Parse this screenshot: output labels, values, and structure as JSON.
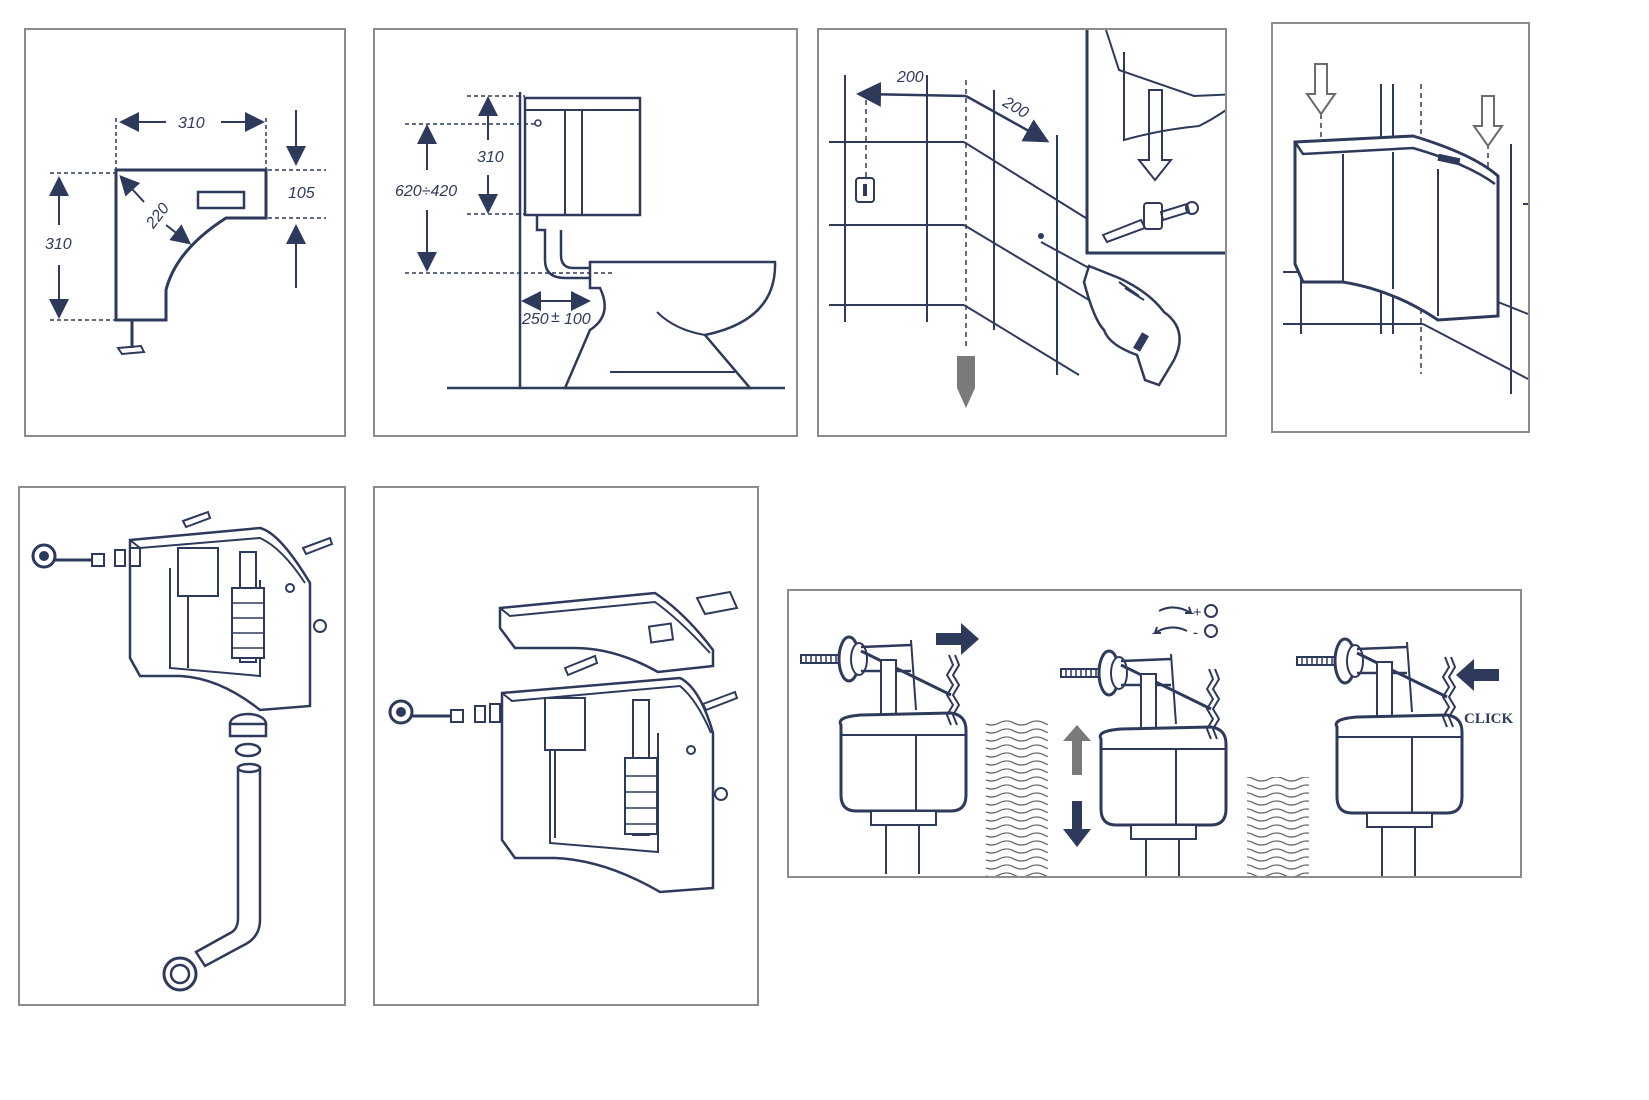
{
  "panels": {
    "p1": {
      "width_label": "310",
      "height_label": "310",
      "diagonal_label": "220",
      "depth_label": "105"
    },
    "p2": {
      "height_range_label": "620÷420",
      "tank_height_label": "310",
      "offset_label": "250",
      "offset_pm": "±",
      "offset_tol": "100"
    },
    "p3": {
      "left_label": "200",
      "right_label": "200"
    },
    "p7": {
      "click_label": "CLICK",
      "plus_sign": "+",
      "minus_sign": "-"
    }
  },
  "colors": {
    "ink": "#2e3a5c",
    "frame": "#8c8c8c",
    "arrow_grey": "#7a7a7a"
  },
  "icons": [
    "dimension-arrow",
    "drill-icon",
    "screw-icon",
    "wall-plug-icon",
    "down-arrow-icon",
    "up-arrow-icon",
    "right-arrow-icon",
    "left-arrow-icon",
    "rotate-cw-icon",
    "rotate-ccw-icon"
  ]
}
